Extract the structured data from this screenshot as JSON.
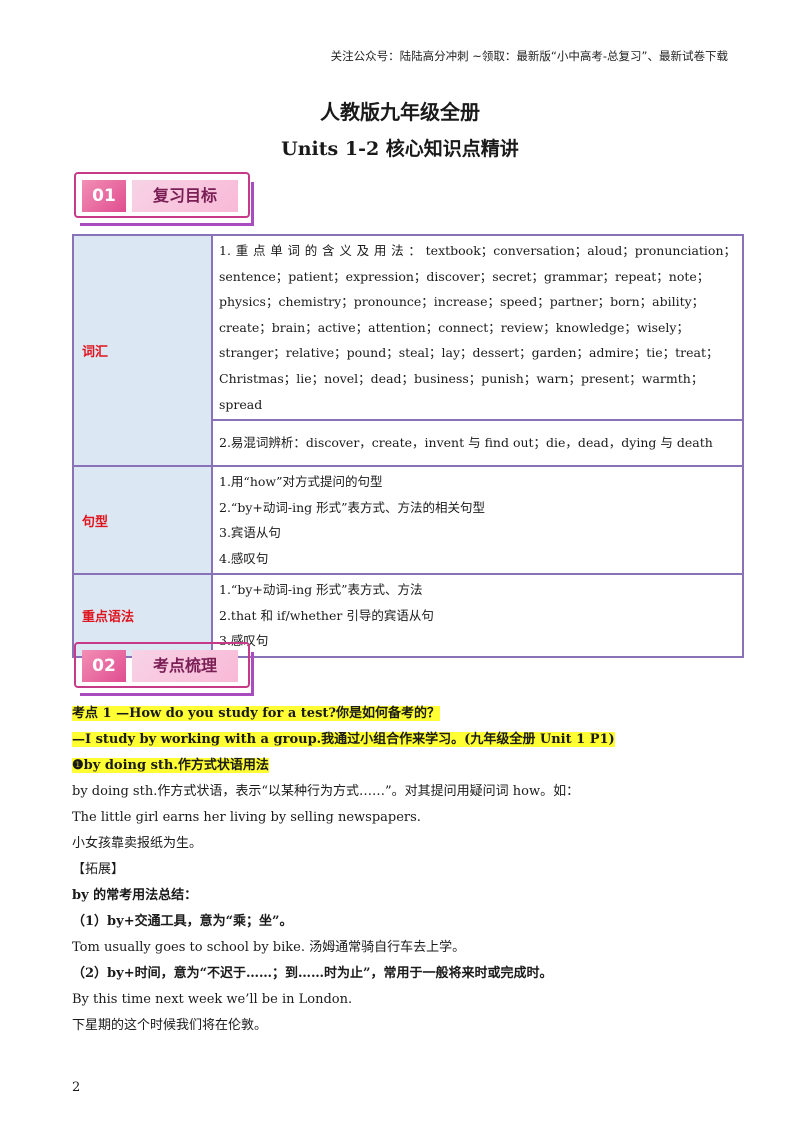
{
  "header": {
    "note": "关注公众号：陆陆高分冲刺 ~领取：最新版“小中高考-总复习”、最新试卷下载"
  },
  "title": {
    "line1": "人教版九年级全册",
    "line2": "Units 1-2 核心知识点精讲"
  },
  "sections": [
    {
      "num": "01",
      "label": "复习目标"
    },
    {
      "num": "02",
      "label": "考点梳理"
    }
  ],
  "review_table": {
    "vocab_label": "词汇",
    "vocab_words": "1.重点单词的含义及用法：textbook；conversation；aloud；pronunciation；sentence；patient；expression；discover；secret；grammar；repeat；note；physics；chemistry；pronounce；increase；speed；partner；born；ability；create；brain；active；attention；connect；review；knowledge；wisely；stranger；relative；pound；steal；lay；dessert；garden；admire；tie；treat；Christmas；lie；novel；dead；business；punish；warn；present；warmth；spread",
    "vocab_confusing": "2.易混词辨析：discover，create，invent 与 find out；die，dead，dying 与 death",
    "sentence_label": "句型",
    "sentence_items": [
      "1.用“how”对方式提问的句型",
      "2.“by+动词-ing 形式”表方式、方法的相关句型",
      "3.宾语从句",
      "4.感叹句"
    ],
    "grammar_label": "重点语法",
    "grammar_items": [
      "1.“by+动词-ing 形式”表方式、方法",
      "2.that 和 if/whether 引导的宾语从句",
      "3.感叹句"
    ]
  },
  "content": {
    "point_title": "考点 1 —How do you study for a test?你是如何备考的？",
    "point_answer": "—I study by working with a group.我通过小组合作来学习。(九年级全册 Unit 1 P1)",
    "sub_heading": "❶by doing sth.作方式状语用法",
    "explain": "by doing sth.作方式状语，表示“以某种行为方式……”。对其提问用疑问词 how。如：",
    "example_en": "The little girl earns her living by selling newspapers.",
    "example_cn": "小女孩靠卖报纸为生。",
    "extend_label": "【拓展】",
    "by_summary": "by 的常考用法总结：",
    "usage1_title": "（1）by+交通工具，意为“乘；坐”。",
    "usage1_example": "Tom usually goes to school by bike. 汤姆通常骑自行车去上学。",
    "usage2_title": "（2）by+时间，意为“不迟于……；到……时为止”，常用于一般将来时或完成时。",
    "usage2_example_en": "By this time next week we’ll be in London.",
    "usage2_example_cn": "下星期的这个时候我们将在伦敦。"
  },
  "page_number": "2"
}
